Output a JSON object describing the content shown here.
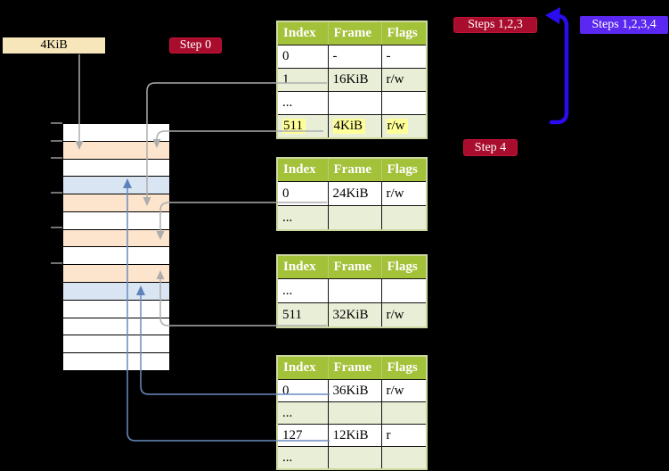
{
  "labels": {
    "page_size_tag": "4KiB",
    "step0": "Step 0",
    "steps123": "Steps 1,2,3",
    "steps1234": "Steps 1,2,3,4",
    "step4": "Step 4"
  },
  "memory": {
    "rows": [
      "free",
      "page-table",
      "free",
      "mapped",
      "page-table",
      "free",
      "page-table",
      "free",
      "page-table",
      "mapped",
      "free",
      "free",
      "free",
      "free"
    ]
  },
  "tables": [
    {
      "id": "level4-top-table",
      "headers": [
        "Index",
        "Frame",
        "Flags"
      ],
      "rows": [
        {
          "index": "0",
          "frame": "-",
          "flags": "-",
          "highlight": false
        },
        {
          "index": "1",
          "frame": "16KiB",
          "flags": "r/w",
          "highlight": false
        },
        {
          "index": "...",
          "frame": "",
          "flags": "",
          "highlight": false
        },
        {
          "index": "511",
          "frame": "4KiB",
          "flags": "r/w",
          "highlight": true
        }
      ]
    },
    {
      "id": "level3-table",
      "headers": [
        "Index",
        "Frame",
        "Flags"
      ],
      "rows": [
        {
          "index": "0",
          "frame": "24KiB",
          "flags": "r/w",
          "highlight": false
        },
        {
          "index": "...",
          "frame": "",
          "flags": "",
          "highlight": false
        }
      ]
    },
    {
      "id": "level2-table",
      "headers": [
        "Index",
        "Frame",
        "Flags"
      ],
      "rows": [
        {
          "index": "...",
          "frame": "",
          "flags": "",
          "highlight": false
        },
        {
          "index": "511",
          "frame": "32KiB",
          "flags": "r/w",
          "highlight": false
        }
      ]
    },
    {
      "id": "level1-bottom-table",
      "headers": [
        "Index",
        "Frame",
        "Flags"
      ],
      "rows": [
        {
          "index": "0",
          "frame": "36KiB",
          "flags": "r/w",
          "highlight": false
        },
        {
          "index": "...",
          "frame": "",
          "flags": "",
          "highlight": false
        },
        {
          "index": "127",
          "frame": "12KiB",
          "flags": "r",
          "highlight": false
        },
        {
          "index": "...",
          "frame": "",
          "flags": "",
          "highlight": false
        }
      ]
    }
  ],
  "colors": {
    "table_header_green": "#a3c139",
    "table_alt_row_green": "#e9eed7",
    "highlight_yellow": "#ffff99",
    "frame_page_table_orange": "#fce4cd",
    "frame_mapped_blue": "#d9e5f3",
    "label_tan": "#f7e6ba",
    "label_crimson": "#a90d2e",
    "label_violet": "#5a28f0",
    "loop_arrow_blue": "#2b0cf0",
    "connector_gray": "#adadad",
    "connector_steel_blue": "#6a8cc0"
  }
}
